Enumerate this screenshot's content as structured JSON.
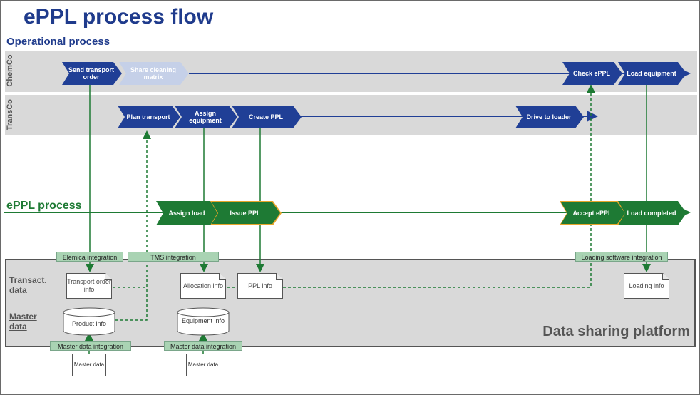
{
  "title": "ePPL process flow",
  "subtitle": "Operational process",
  "lanes": {
    "chemco": "ChemCo",
    "transco": "TransCo"
  },
  "eppl_label": "ePPL process",
  "chemco_steps": {
    "send": "Send transport order",
    "share": "Share cleaning matrix",
    "check": "Check ePPL",
    "load": "Load equipment"
  },
  "transco_steps": {
    "plan": "Plan transport",
    "assign": "Assign equipment",
    "create": "Create PPL",
    "drive": "Drive to loader"
  },
  "eppl_steps": {
    "assign_load": "Assign load",
    "issue": "Issue PPL",
    "accept": "Accept ePPL",
    "completed": "Load completed"
  },
  "integrations": {
    "elemica": "Elemica integration",
    "tms": "TMS integration",
    "loading": "Loading software integration",
    "master1": "Master data integration",
    "master2": "Master data integration"
  },
  "platform": {
    "label": "Data sharing platform",
    "transact": "Transact. data",
    "master": "Master data"
  },
  "docs": {
    "transport_order": "Transport order info",
    "allocation": "Allocation info",
    "ppl": "PPL info",
    "loading": "Loading info",
    "product": "Product info",
    "equipment": "Equipment info",
    "master1": "Master data",
    "master2": "Master data"
  },
  "colors": {
    "blue": "#203f96",
    "green": "#1e7a34",
    "orange": "#e7a52a",
    "tag": "#a9d3b3"
  }
}
